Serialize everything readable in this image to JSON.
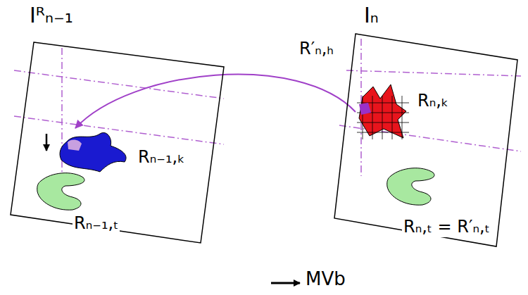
{
  "diagram": {
    "nodes": [
      {
        "text": [
          "Iᴿₙ₋₁"
        ]
      },
      {
        "text": [
          "Rₙ₋₁,ₖ"
        ],
        "in": 0
      },
      {
        "text": [
          "Rₙ₋₁,ₜ"
        ],
        "in": 0
      },
      {
        "text": [
          "Iₙ"
        ]
      },
      {
        "text": [
          "Rₙ,ₖ"
        ],
        "in": 3
      },
      {
        "text": [
          "Rₙ,ₜ = R′ₙ,ₜ"
        ],
        "in": 3
      }
    ],
    "edges": [
      {
        "from": 4,
        "to": 1,
        "arrow": "to",
        "label": "R′ₙ,ₕ"
      }
    ],
    "labels": [
      "MVb"
    ]
  }
}
